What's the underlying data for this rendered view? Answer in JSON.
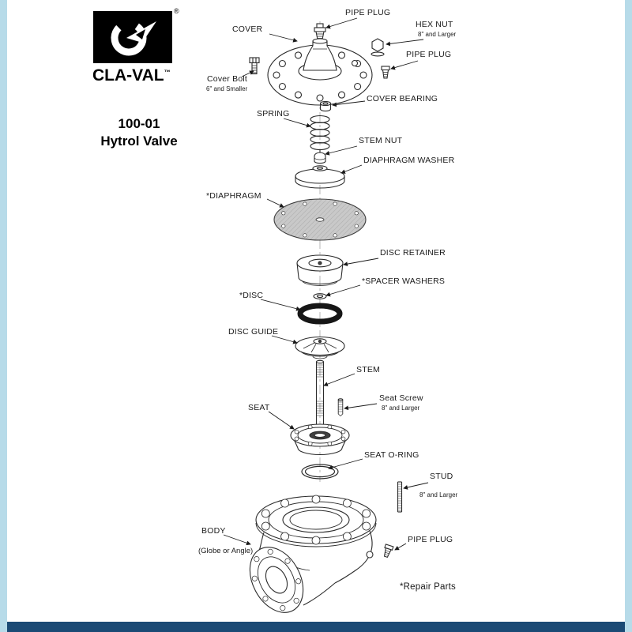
{
  "page": {
    "background": "#ffffff",
    "side_strip_color": "#b7dbe9",
    "bottom_bar_color": "#1b4a75"
  },
  "logo": {
    "brand": "CLA-VAL",
    "trademark": "™",
    "registered": "®"
  },
  "title": {
    "line1": "100-01",
    "line2": "Hytrol Valve"
  },
  "labels": [
    {
      "name": "pipe-plug-top",
      "text": "PIPE PLUG"
    },
    {
      "name": "cover",
      "text": "COVER"
    },
    {
      "name": "hex-nut",
      "text": "HEX NUT",
      "sub": "8\" and Larger"
    },
    {
      "name": "pipe-plug-upper",
      "text": "PIPE PLUG"
    },
    {
      "name": "cover-bolt",
      "text": "Cover Bolt",
      "sub": "6\" and Smaller"
    },
    {
      "name": "cover-bearing",
      "text": "COVER BEARING"
    },
    {
      "name": "spring",
      "text": "SPRING"
    },
    {
      "name": "stem-nut",
      "text": "STEM NUT"
    },
    {
      "name": "diaphragm-washer",
      "text": "DIAPHRAGM WASHER"
    },
    {
      "name": "diaphragm",
      "text": "*DIAPHRAGM"
    },
    {
      "name": "disc-retainer",
      "text": "DISC RETAINER"
    },
    {
      "name": "spacer-washers",
      "text": "*SPACER WASHERS"
    },
    {
      "name": "disc",
      "text": "*DISC"
    },
    {
      "name": "disc-guide",
      "text": "DISC GUIDE"
    },
    {
      "name": "stem",
      "text": "STEM"
    },
    {
      "name": "seat-screw",
      "text": "Seat Screw",
      "sub": "8\" and Larger"
    },
    {
      "name": "seat",
      "text": "SEAT"
    },
    {
      "name": "seat-o-ring",
      "text": "SEAT O-RING"
    },
    {
      "name": "stud",
      "text": "STUD",
      "sub": "8\" and Larger"
    },
    {
      "name": "body",
      "text": "BODY",
      "sub": "(Globe or Angle)"
    },
    {
      "name": "pipe-plug-body",
      "text": "PIPE PLUG"
    },
    {
      "name": "repair-parts-note",
      "text": "*Repair Parts"
    }
  ]
}
